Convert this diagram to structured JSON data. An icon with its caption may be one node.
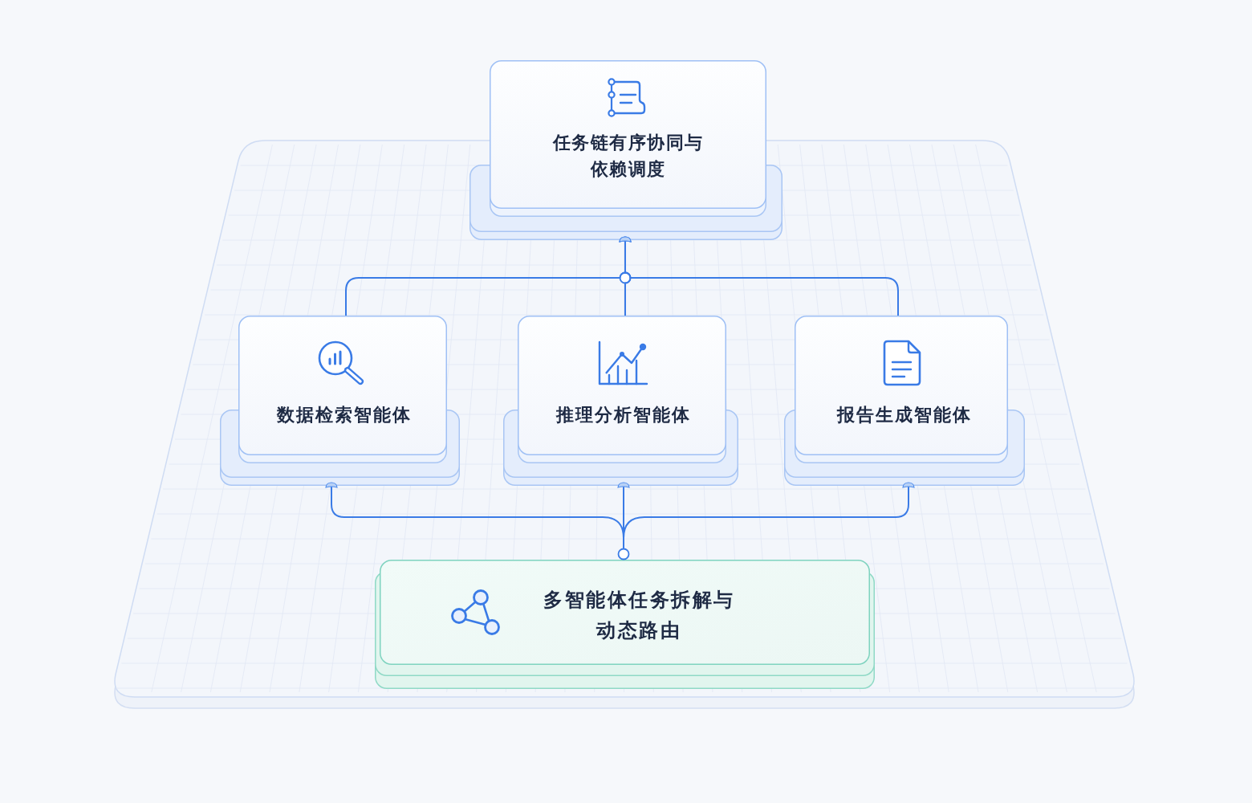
{
  "diagram": {
    "nodes": [
      {
        "text": [
          "任务链有序协同与依赖调度"
        ]
      },
      {
        "text": [
          "数据检索智能体"
        ]
      },
      {
        "text": [
          "推理分析智能体"
        ]
      },
      {
        "text": [
          "报告生成智能体"
        ]
      },
      {
        "text": [
          "多智能体任务拆解与动态路由"
        ]
      }
    ],
    "edges": [
      {
        "from": 0,
        "to": 1,
        "arrow": "other"
      },
      {
        "from": 0,
        "to": 2,
        "arrow": "other"
      },
      {
        "from": 0,
        "to": 3,
        "arrow": "other"
      },
      {
        "from": 1,
        "to": 4,
        "arrow": "other"
      },
      {
        "from": 2,
        "to": 4,
        "arrow": "other"
      },
      {
        "from": 3,
        "to": 4,
        "arrow": "other"
      }
    ]
  }
}
